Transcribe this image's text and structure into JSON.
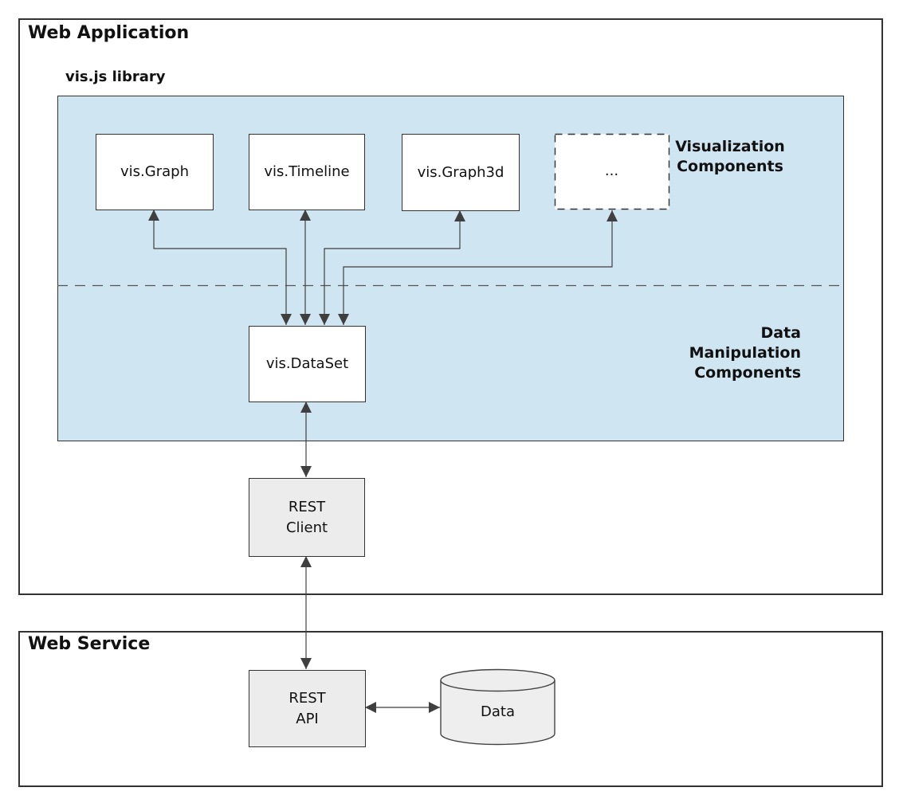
{
  "titles": {
    "web_application": "Web Application",
    "web_service": "Web Service",
    "library": "vis.js library"
  },
  "nodes": {
    "vis_graph": {
      "label": "vis.Graph"
    },
    "vis_timeline": {
      "label": "vis.Timeline"
    },
    "vis_graph3d": {
      "label": "vis.Graph3d"
    },
    "more_components": {
      "label": "..."
    },
    "vis_dataset": {
      "label": "vis.DataSet"
    },
    "rest_client": {
      "line1": "REST",
      "line2": "Client"
    },
    "rest_api": {
      "line1": "REST",
      "line2": "API"
    },
    "data_store": {
      "label": "Data"
    }
  },
  "section_labels": {
    "visualization": {
      "line1": "Visualization",
      "line2": "Components"
    },
    "data_manipulation": {
      "line1": "Data",
      "line2": "Manipulation",
      "line3": "Components"
    }
  },
  "colors": {
    "library_panel_fill": "#d0e5f2",
    "rest_box_fill": "#ececec",
    "node_fill": "#ffffff",
    "border": "#333333",
    "connector": "#3f3f3f"
  }
}
